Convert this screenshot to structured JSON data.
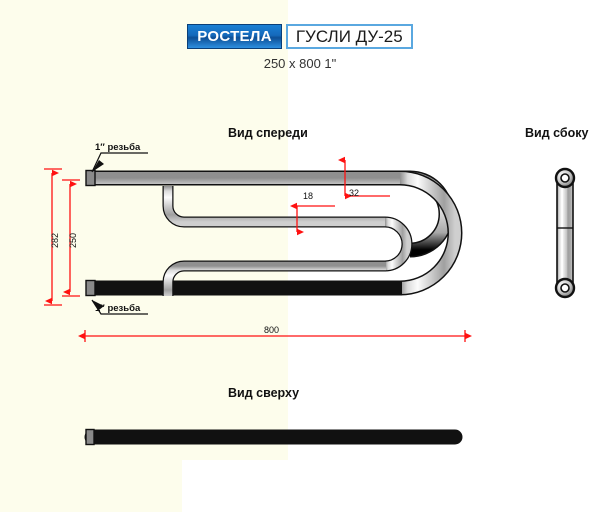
{
  "header": {
    "brand": "РОСТЕЛА",
    "model": "ГУСЛИ ДУ-25",
    "size": "250 x 800 1\"",
    "brand_color": "#1569bb",
    "model_border_color": "#5aa8e0"
  },
  "views": {
    "front": "Вид спереди",
    "side": "Вид сбоку",
    "top": "Вид сверху"
  },
  "callouts": {
    "thread_top": "1″ резьба",
    "thread_bottom": "1″ резьба"
  },
  "dimensions": {
    "height_overall": "282",
    "height_inner": "250",
    "length_overall": "800",
    "pipe_small": "18",
    "pipe_large": "32",
    "line_color": "#ff1111"
  },
  "colors": {
    "background": "#ffffff",
    "panel": "#fdfdec",
    "pipe_outline": "#111111",
    "pipe_light": "#f2f2f2",
    "pipe_mid": "#b9b9b9",
    "pipe_dark": "#6e6e6e"
  }
}
